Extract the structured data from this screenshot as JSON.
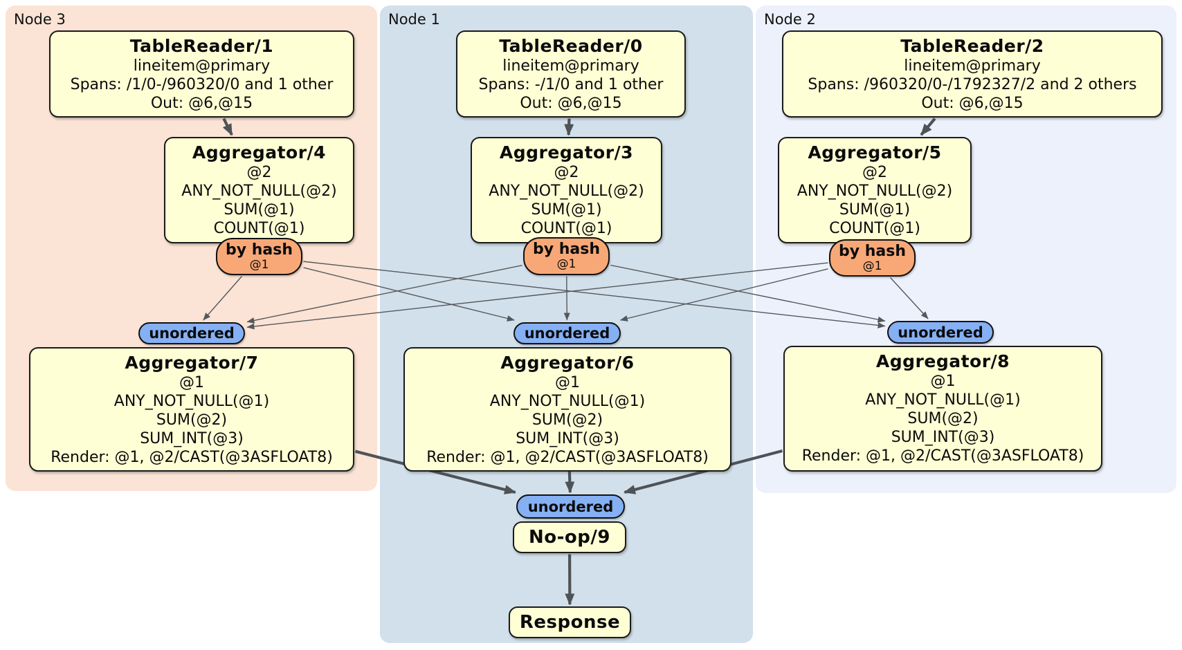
{
  "regions": [
    {
      "id": "node3",
      "label": "Node 3"
    },
    {
      "id": "node1",
      "label": "Node 1"
    },
    {
      "id": "node2",
      "label": "Node 2"
    }
  ],
  "colors": {
    "node3_bg": "#fbe3d5",
    "node1_bg": "#d2e0eb",
    "node2_bg": "#ecf1fb",
    "box_fill": "#feffd5",
    "router_fill": "#f8a877",
    "sync_fill": "#85b0f3",
    "edge_thin": "#54585c",
    "edge_thick": "#4e5357",
    "border": "#111111"
  },
  "processors": {
    "tablereader1": {
      "title": "TableReader/1",
      "lines": [
        "lineitem@primary",
        "Spans: /1/0-/960320/0 and 1 other",
        "Out: @6,@15"
      ]
    },
    "tablereader0": {
      "title": "TableReader/0",
      "lines": [
        "lineitem@primary",
        "Spans: -/1/0 and 1 other",
        "Out: @6,@15"
      ]
    },
    "tablereader2": {
      "title": "TableReader/2",
      "lines": [
        "lineitem@primary",
        "Spans: /960320/0-/1792327/2 and 2 others",
        "Out: @6,@15"
      ]
    },
    "aggregator4": {
      "title": "Aggregator/4",
      "lines": [
        "@2",
        "ANY_NOT_NULL(@2)",
        "SUM(@1)",
        "COUNT(@1)"
      ]
    },
    "aggregator3": {
      "title": "Aggregator/3",
      "lines": [
        "@2",
        "ANY_NOT_NULL(@2)",
        "SUM(@1)",
        "COUNT(@1)"
      ]
    },
    "aggregator5": {
      "title": "Aggregator/5",
      "lines": [
        "@2",
        "ANY_NOT_NULL(@2)",
        "SUM(@1)",
        "COUNT(@1)"
      ]
    },
    "aggregator7": {
      "title": "Aggregator/7",
      "lines": [
        "@1",
        "ANY_NOT_NULL(@1)",
        "SUM(@2)",
        "SUM_INT(@3)",
        "Render: @1, @2/CAST(@3ASFLOAT8)"
      ]
    },
    "aggregator6": {
      "title": "Aggregator/6",
      "lines": [
        "@1",
        "ANY_NOT_NULL(@1)",
        "SUM(@2)",
        "SUM_INT(@3)",
        "Render: @1, @2/CAST(@3ASFLOAT8)"
      ]
    },
    "aggregator8": {
      "title": "Aggregator/8",
      "lines": [
        "@1",
        "ANY_NOT_NULL(@1)",
        "SUM(@2)",
        "SUM_INT(@3)",
        "Render: @1, @2/CAST(@3ASFLOAT8)"
      ]
    },
    "noop": {
      "title": "No-op/9",
      "lines": []
    },
    "response": {
      "title": "Response",
      "lines": []
    }
  },
  "router": {
    "label": "by hash",
    "key": "@1"
  },
  "sync": {
    "label": "unordered"
  }
}
